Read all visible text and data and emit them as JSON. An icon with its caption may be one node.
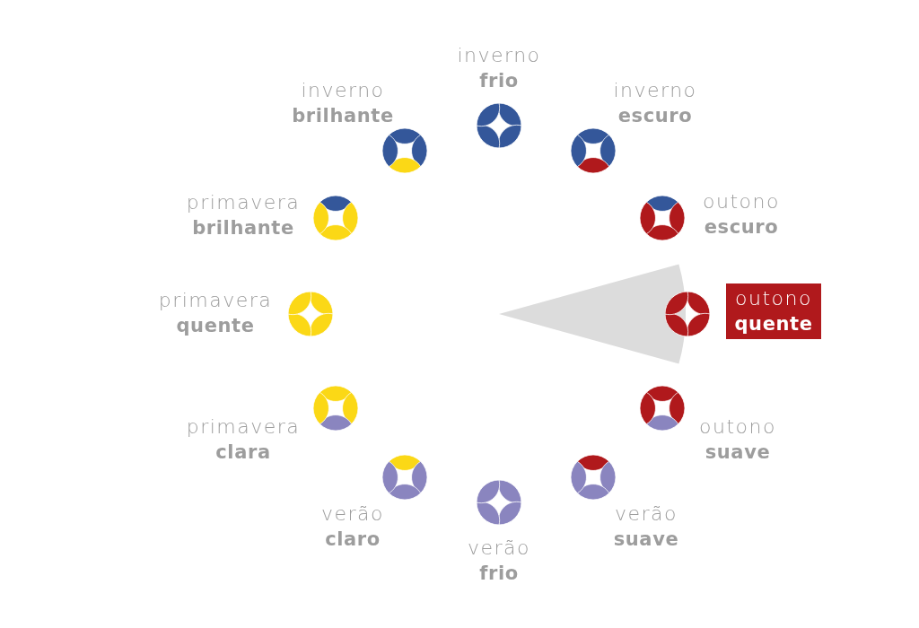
{
  "diagram": {
    "nodes": [
      {
        "text": [
          "inverno",
          "frio"
        ]
      },
      {
        "text": [
          "inverno",
          "escuro"
        ]
      },
      {
        "text": [
          "outono",
          "escuro"
        ]
      },
      {
        "text": [
          "outono",
          "quente"
        ]
      },
      {
        "text": [
          "outono",
          "suave"
        ]
      },
      {
        "text": [
          "verão",
          "suave"
        ]
      },
      {
        "text": [
          "verão",
          "frio"
        ]
      },
      {
        "text": [
          "verão",
          "claro"
        ]
      },
      {
        "text": [
          "primavera",
          "clara"
        ]
      },
      {
        "text": [
          "primavera",
          "quente"
        ]
      },
      {
        "text": [
          "primavera",
          "brilhante"
        ]
      },
      {
        "text": [
          "inverno",
          "brilhante"
        ]
      },
      {
        "text": [],
        "shape": "sector"
      }
    ]
  }
}
